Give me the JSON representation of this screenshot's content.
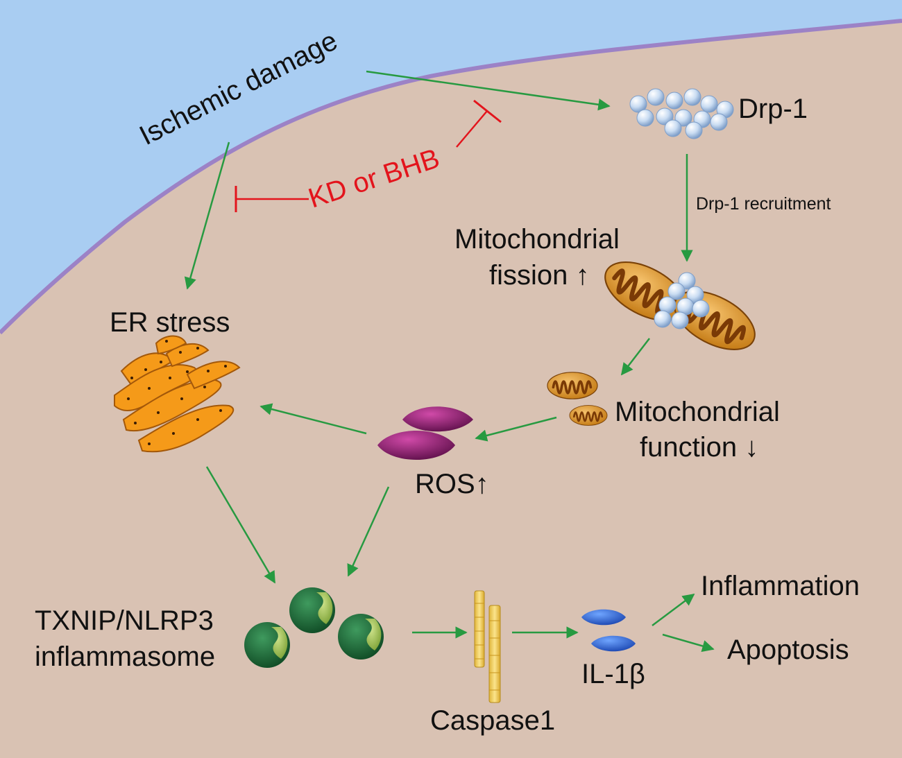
{
  "colors": {
    "background": "#d9c2b3",
    "outside": "#a9cdf2",
    "membrane": "#9c82c6",
    "activation_arrow": "#279a41",
    "inhibition": "#e3141c",
    "label_text": "#111111",
    "er": "#f59a19",
    "mitochondrion": "#d98a1c",
    "drp1": "#c9dcf2",
    "ros": "#9c1f7a",
    "inflammasome": "#1f6b3a",
    "caspase": "#f3d36b",
    "il1b": "#2a63d6"
  },
  "labels": {
    "ischemic_damage": "Ischemic damage",
    "drp1": "Drp-1",
    "drp1_recruitment": "Drp-1 recruitment",
    "mito_fission_line1": "Mitochondrial",
    "mito_fission_line2": "fission ↑",
    "er_stress": "ER stress",
    "kd_bhb": "KD or BHB",
    "mito_function_line1": "Mitochondrial",
    "mito_function_line2": "function ↓",
    "ros": "ROS↑",
    "txnip_line1": "TXNIP/NLRP3",
    "txnip_line2": "inflammasome",
    "caspase1": "Caspase1",
    "il1b": "IL-1β",
    "inflammation": "Inflammation",
    "apoptosis": "Apoptosis"
  },
  "icons": {
    "drp1": "protein-cluster-icon",
    "mitochondrion": "mitochondrion-icon",
    "er": "endoplasmic-reticulum-icon",
    "ros": "ros-molecule-icon",
    "inflammasome": "inflammasome-icon",
    "caspase": "caspase-rod-icon",
    "il1b": "cytokine-icon"
  }
}
